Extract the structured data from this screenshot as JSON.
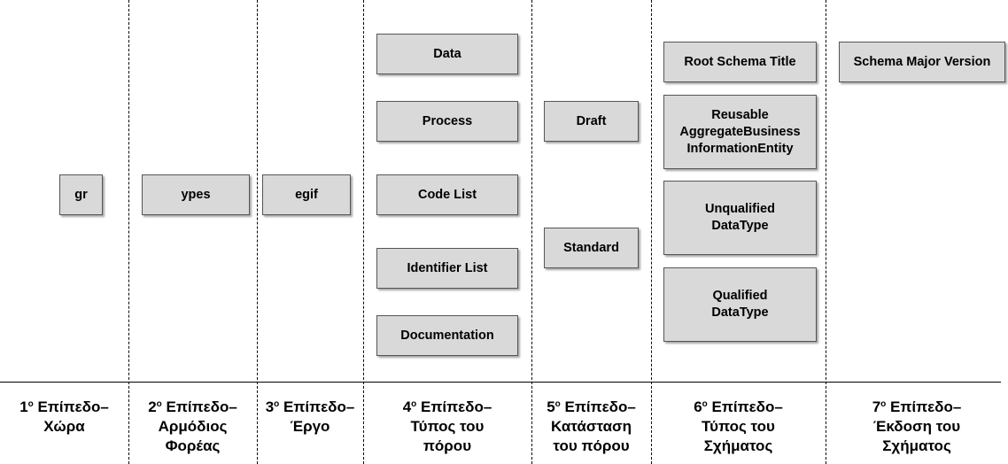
{
  "levels": [
    {
      "ordinal": "1",
      "sup": "ο",
      "text": " Επίπεδο–\nΧώρα"
    },
    {
      "ordinal": "2",
      "sup": "ο",
      "text": " Επίπεδο–\nΑρμόδιος\nΦορέας"
    },
    {
      "ordinal": "3",
      "sup": "ο",
      "text": " Επίπεδο–\nΈργο"
    },
    {
      "ordinal": "4",
      "sup": "ο",
      "text": " Επίπεδο–\nΤύπος του\nπόρου"
    },
    {
      "ordinal": "5",
      "sup": "ο",
      "text": " Επίπεδο–\nΚατάσταση\nτου πόρου"
    },
    {
      "ordinal": "6",
      "sup": "ο",
      "text": " Επίπεδο–\nΤύπος του\nΣχήματος"
    },
    {
      "ordinal": "7",
      "sup": "ο",
      "text": " Επίπεδο–\nΈκδοση του\nΣχήματος"
    }
  ],
  "nodes": {
    "country": [
      "gr"
    ],
    "agency": [
      "ypes"
    ],
    "project": [
      "egif"
    ],
    "resource_type": [
      "Data",
      "Process",
      "Code List",
      "Identifier List",
      "Documentation"
    ],
    "resource_status": [
      "Draft",
      "Standard"
    ],
    "schema_type": [
      "Root Schema Title",
      "Reusable\nAggregateBusiness\nInformationEntity",
      "Unqualified\nDataType",
      "Qualified\nDataType"
    ],
    "schema_version": [
      "Schema Major Version"
    ]
  },
  "colors": {
    "box_fill": "#d9d9d9",
    "box_border": "#555555",
    "line": "#000000"
  }
}
